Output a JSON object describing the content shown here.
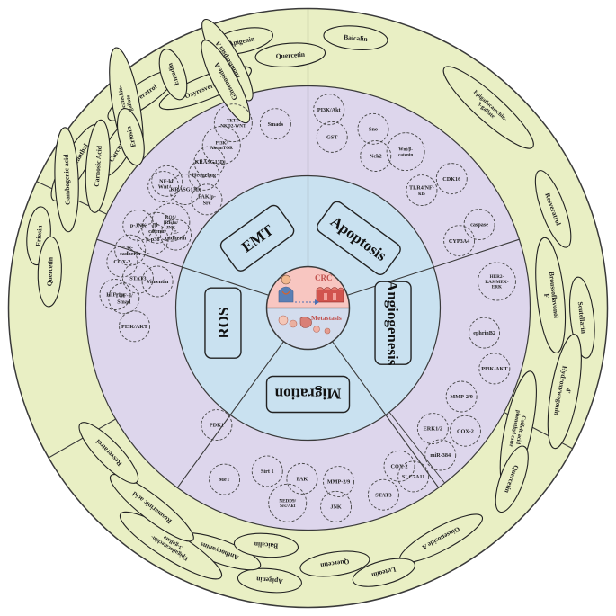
{
  "center": {
    "top_label": "CRC",
    "bottom_label": "Metastasis"
  },
  "colors": {
    "outer_ring": "#e9efc4",
    "middle_ring": "#ddd6ec",
    "inner_ring": "#c9e1f0",
    "center_top": "#f8c6c1",
    "center_bottom": "#d3dced",
    "stroke": "#3a3a3a",
    "crc_text": "#c0504d",
    "meta_text": "#c0504d"
  },
  "processes": [
    {
      "id": "emt",
      "label": "EMT"
    },
    {
      "id": "apoptosis",
      "label": "Apoptosis"
    },
    {
      "id": "angiogenesis",
      "label": "Angiogenesis"
    },
    {
      "id": "migration",
      "label": "Migration"
    },
    {
      "id": "ros",
      "label": "ROS"
    }
  ],
  "pathways": {
    "emt": [
      "TET1-NKD2-WNT",
      "PI3K/Akt/mTOR",
      "Wnt",
      "Smads",
      "Hedgehog",
      "β-catenin",
      "FAK/p-Src",
      "N-cadherin",
      "E-cadherin",
      "TGF-β/Smad",
      "Vimentin"
    ],
    "apoptosis": [
      "PI3K/Akt",
      "Sno",
      "GST",
      "Wnt/β-catenin",
      "Nek2",
      "CDK16",
      "TLR4/NF-κB",
      "caspase",
      "CYP3A4"
    ],
    "angiogenesis": [
      "HER2-RAS-MEK-ERK",
      "ephrinB2",
      "PI3K/AKT",
      "MMP-2/9",
      "COX-2"
    ],
    "migration": [
      "ERK1/2",
      "PDK1",
      "COX-2",
      "Sirt 1",
      "FAK",
      "MMP-2/9",
      "miR-384",
      "MeT",
      "NEDD9/Src/Akt",
      "JNK",
      "STAT3",
      "SLC7A11"
    ],
    "ros": [
      "HIF-1α",
      "PI3K/AKT",
      "COX-2",
      "STAT3",
      "p-JNK",
      "p-p38",
      "NF-kb",
      "ROS/IRE1α/JNK",
      "KRASG13D",
      "KRASG13D"
    ]
  },
  "compounds": {
    "emt": [
      "Damnacanthal",
      "Curcumin",
      "Resveratrol",
      "Oxyresveratrol",
      "Apigenin",
      "Quercetin"
    ],
    "apoptosis": [
      "Baicalin",
      "Epigallocatechin-3-gallate",
      "Resveratrol"
    ],
    "angiogenesis": [
      "Scutellarin",
      "Broussoflavonol F",
      "4'-Hydroxywogonin",
      "Caffeic acid phenethyl ester",
      "Quercetin"
    ],
    "migration": [
      "Ginsenoside A",
      "Luteolin",
      "Quercetin",
      "Apigenin",
      "Anthocyanins",
      "Baicalin",
      "Epigallocatechin-3-gallate",
      "Rosmarinic acid",
      "Resveratrol"
    ],
    "ros": [
      "Eriosin",
      "Quercetin",
      "Gambogenic acid",
      "Carnosic Acid",
      "Epigallocatechin-3-gallate",
      "Eriosin",
      "Emodin",
      "Hemistepsin A",
      "Ginsenoside A"
    ]
  }
}
